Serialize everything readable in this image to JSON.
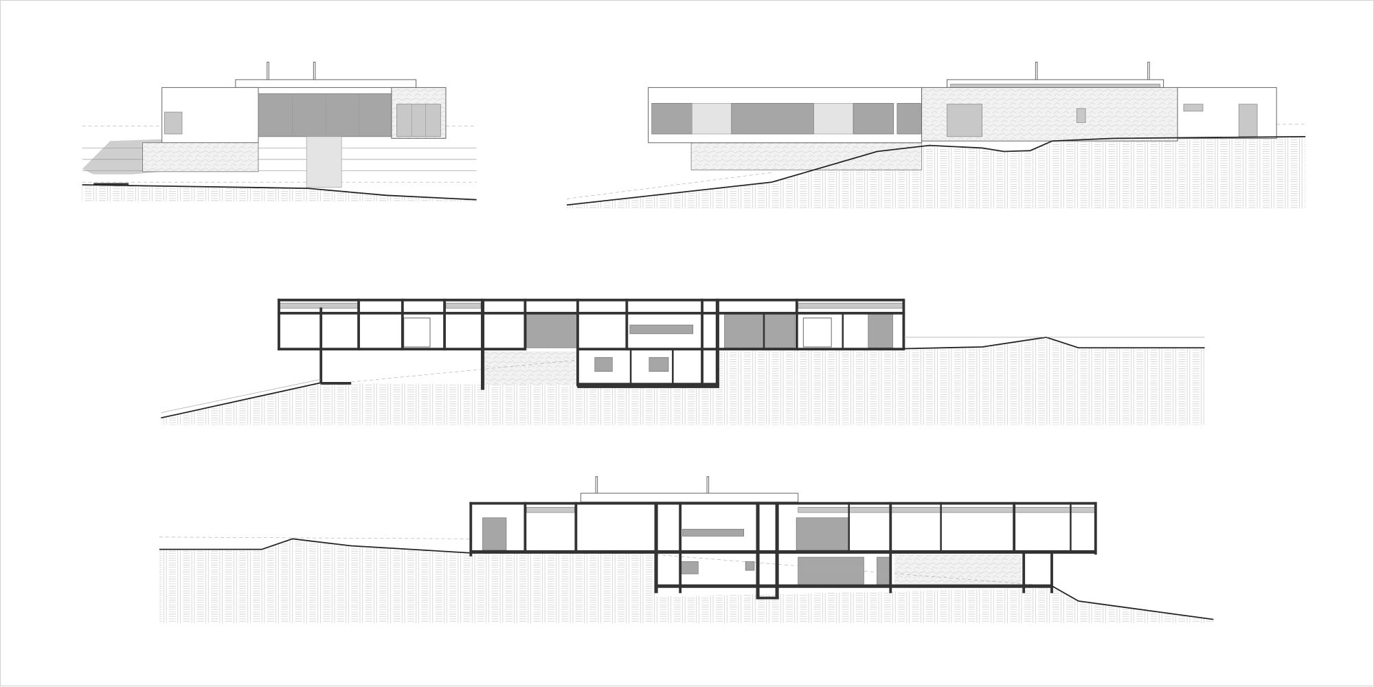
{
  "drawing": {
    "sheet_type": "architectural elevations and sections",
    "views": [
      "elevation-1",
      "elevation-2",
      "section-1",
      "section-2"
    ],
    "colors": {
      "glazing": "#a6a6a6",
      "light_glazing": "#c8c8c8",
      "cut_structure": "#333333",
      "line": "#555555",
      "ground_hatch": "#bdbdbd",
      "background": "#ffffff"
    }
  }
}
